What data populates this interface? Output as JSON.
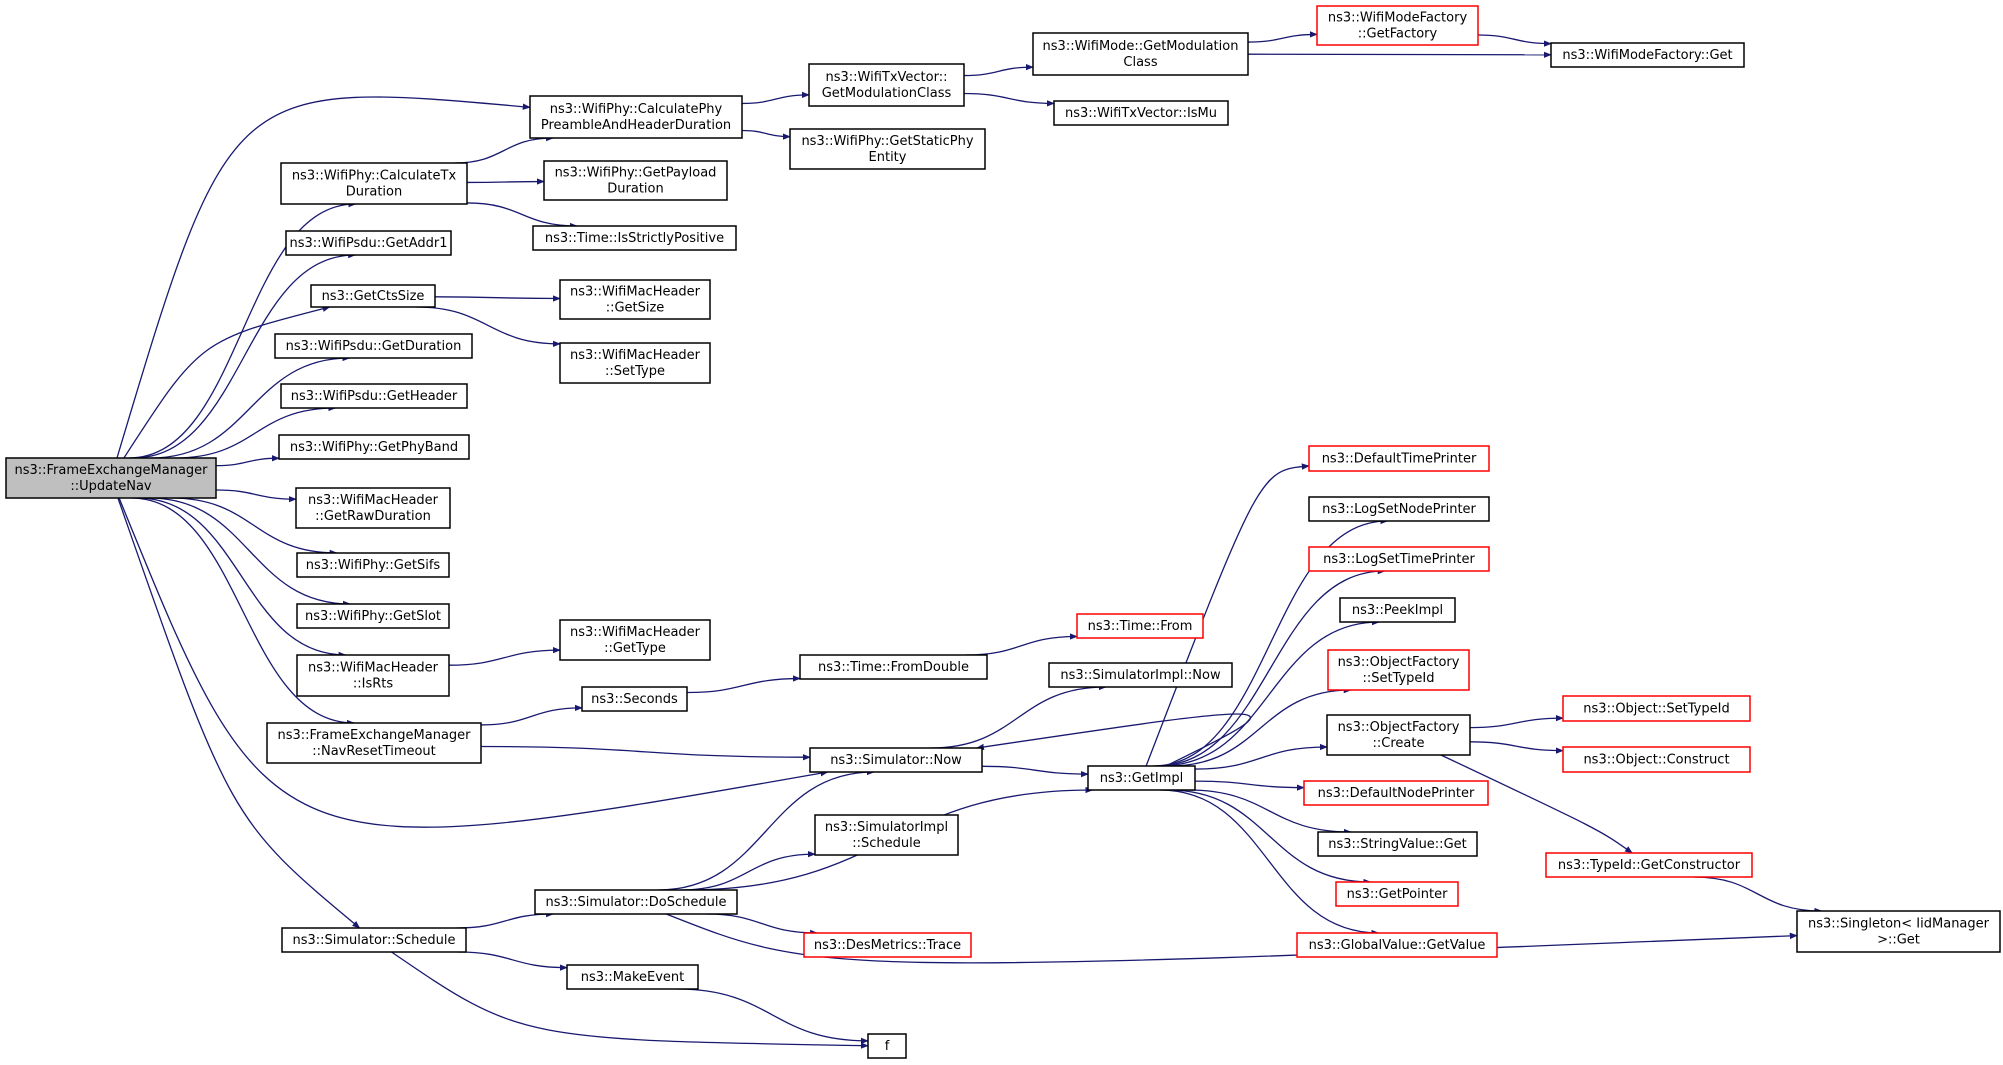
{
  "colors": {
    "edge": "#191970",
    "normal_border": "#000000",
    "truncated_border": "#ff0000",
    "root_fill": "#bfbfbf",
    "node_fill": "#ffffff"
  },
  "nodes": [
    {
      "id": "root",
      "lines": [
        "ns3::FrameExchangeManager",
        "::UpdateNav"
      ],
      "kind": "root"
    },
    {
      "id": "calcPre",
      "lines": [
        "ns3::WifiPhy::CalculatePhy",
        "PreambleAndHeaderDuration"
      ],
      "kind": "normal"
    },
    {
      "id": "txvMod",
      "lines": [
        "ns3::WifiTxVector::",
        "GetModulationClass"
      ],
      "kind": "normal"
    },
    {
      "id": "modeMod",
      "lines": [
        "ns3::WifiMode::GetModulation",
        "Class"
      ],
      "kind": "normal"
    },
    {
      "id": "factGetFact",
      "lines": [
        "ns3::WifiModeFactory",
        "::GetFactory"
      ],
      "kind": "truncated"
    },
    {
      "id": "factGet",
      "lines": [
        "ns3::WifiModeFactory::Get"
      ],
      "kind": "normal"
    },
    {
      "id": "isMu",
      "lines": [
        "ns3::WifiTxVector::IsMu"
      ],
      "kind": "normal"
    },
    {
      "id": "staticPhy",
      "lines": [
        "ns3::WifiPhy::GetStaticPhy",
        "Entity"
      ],
      "kind": "normal"
    },
    {
      "id": "calcTx",
      "lines": [
        "ns3::WifiPhy::CalculateTx",
        "Duration"
      ],
      "kind": "normal"
    },
    {
      "id": "payload",
      "lines": [
        "ns3::WifiPhy::GetPayload",
        "Duration"
      ],
      "kind": "normal"
    },
    {
      "id": "strictPos",
      "lines": [
        "ns3::Time::IsStrictlyPositive"
      ],
      "kind": "normal"
    },
    {
      "id": "addr1",
      "lines": [
        "ns3::WifiPsdu::GetAddr1"
      ],
      "kind": "normal"
    },
    {
      "id": "cts",
      "lines": [
        "ns3::GetCtsSize"
      ],
      "kind": "normal"
    },
    {
      "id": "hdrSize",
      "lines": [
        "ns3::WifiMacHeader",
        "::GetSize"
      ],
      "kind": "normal"
    },
    {
      "id": "hdrSetType",
      "lines": [
        "ns3::WifiMacHeader",
        "::SetType"
      ],
      "kind": "normal"
    },
    {
      "id": "psduDur",
      "lines": [
        "ns3::WifiPsdu::GetDuration"
      ],
      "kind": "normal"
    },
    {
      "id": "psduHdr",
      "lines": [
        "ns3::WifiPsdu::GetHeader"
      ],
      "kind": "normal"
    },
    {
      "id": "phyBand",
      "lines": [
        "ns3::WifiPhy::GetPhyBand"
      ],
      "kind": "normal"
    },
    {
      "id": "rawDur",
      "lines": [
        "ns3::WifiMacHeader",
        "::GetRawDuration"
      ],
      "kind": "normal"
    },
    {
      "id": "sifs",
      "lines": [
        "ns3::WifiPhy::GetSifs"
      ],
      "kind": "normal"
    },
    {
      "id": "slot",
      "lines": [
        "ns3::WifiPhy::GetSlot"
      ],
      "kind": "normal"
    },
    {
      "id": "isRts",
      "lines": [
        "ns3::WifiMacHeader",
        "::IsRts"
      ],
      "kind": "normal"
    },
    {
      "id": "hdrGetType",
      "lines": [
        "ns3::WifiMacHeader",
        "::GetType"
      ],
      "kind": "normal"
    },
    {
      "id": "navReset",
      "lines": [
        "ns3::FrameExchangeManager",
        "::NavResetTimeout"
      ],
      "kind": "normal"
    },
    {
      "id": "seconds",
      "lines": [
        "ns3::Seconds"
      ],
      "kind": "normal"
    },
    {
      "id": "fromDouble",
      "lines": [
        "ns3::Time::FromDouble"
      ],
      "kind": "normal"
    },
    {
      "id": "timeFrom",
      "lines": [
        "ns3::Time::From"
      ],
      "kind": "truncated"
    },
    {
      "id": "simImplNow",
      "lines": [
        "ns3::SimulatorImpl::Now"
      ],
      "kind": "normal"
    },
    {
      "id": "simNow",
      "lines": [
        "ns3::Simulator::Now"
      ],
      "kind": "normal"
    },
    {
      "id": "getImpl",
      "lines": [
        "ns3::GetImpl"
      ],
      "kind": "normal"
    },
    {
      "id": "defTime",
      "lines": [
        "ns3::DefaultTimePrinter"
      ],
      "kind": "truncated"
    },
    {
      "id": "logNode",
      "lines": [
        "ns3::LogSetNodePrinter"
      ],
      "kind": "normal"
    },
    {
      "id": "logTime",
      "lines": [
        "ns3::LogSetTimePrinter"
      ],
      "kind": "truncated"
    },
    {
      "id": "peek",
      "lines": [
        "ns3::PeekImpl"
      ],
      "kind": "normal"
    },
    {
      "id": "ofSetType",
      "lines": [
        "ns3::ObjectFactory",
        "::SetTypeId"
      ],
      "kind": "truncated"
    },
    {
      "id": "ofCreate",
      "lines": [
        "ns3::ObjectFactory",
        "::Create"
      ],
      "kind": "normal"
    },
    {
      "id": "objSetType",
      "lines": [
        "ns3::Object::SetTypeId"
      ],
      "kind": "truncated"
    },
    {
      "id": "objConstruct",
      "lines": [
        "ns3::Object::Construct"
      ],
      "kind": "truncated"
    },
    {
      "id": "defNode",
      "lines": [
        "ns3::DefaultNodePrinter"
      ],
      "kind": "truncated"
    },
    {
      "id": "strGet",
      "lines": [
        "ns3::StringValue::Get"
      ],
      "kind": "normal"
    },
    {
      "id": "getPtr",
      "lines": [
        "ns3::GetPointer"
      ],
      "kind": "truncated"
    },
    {
      "id": "globalVal",
      "lines": [
        "ns3::GlobalValue::GetValue"
      ],
      "kind": "truncated"
    },
    {
      "id": "getCtor",
      "lines": [
        "ns3::TypeId::GetConstructor"
      ],
      "kind": "truncated"
    },
    {
      "id": "singleton",
      "lines": [
        "ns3::Singleton< IidManager",
        " >::Get"
      ],
      "kind": "normal"
    },
    {
      "id": "simImplSched",
      "lines": [
        "ns3::SimulatorImpl",
        "::Schedule"
      ],
      "kind": "normal"
    },
    {
      "id": "doSched",
      "lines": [
        "ns3::Simulator::DoSchedule"
      ],
      "kind": "normal"
    },
    {
      "id": "desTrace",
      "lines": [
        "ns3::DesMetrics::Trace"
      ],
      "kind": "truncated"
    },
    {
      "id": "simSched",
      "lines": [
        "ns3::Simulator::Schedule"
      ],
      "kind": "normal"
    },
    {
      "id": "makeEvent",
      "lines": [
        "ns3::MakeEvent"
      ],
      "kind": "normal"
    },
    {
      "id": "f",
      "lines": [
        "f"
      ],
      "kind": "normal"
    }
  ],
  "edges": [
    [
      "root",
      "calcPre"
    ],
    [
      "root",
      "calcTx"
    ],
    [
      "root",
      "addr1"
    ],
    [
      "root",
      "cts"
    ],
    [
      "root",
      "psduDur"
    ],
    [
      "root",
      "psduHdr"
    ],
    [
      "root",
      "phyBand"
    ],
    [
      "root",
      "rawDur"
    ],
    [
      "root",
      "sifs"
    ],
    [
      "root",
      "slot"
    ],
    [
      "root",
      "isRts"
    ],
    [
      "root",
      "navReset"
    ],
    [
      "root",
      "simNow"
    ],
    [
      "root",
      "simSched"
    ],
    [
      "calcPre",
      "txvMod"
    ],
    [
      "calcPre",
      "staticPhy"
    ],
    [
      "txvMod",
      "modeMod"
    ],
    [
      "txvMod",
      "isMu"
    ],
    [
      "modeMod",
      "factGetFact"
    ],
    [
      "modeMod",
      "factGet"
    ],
    [
      "factGetFact",
      "factGet"
    ],
    [
      "calcTx",
      "calcPre"
    ],
    [
      "calcTx",
      "payload"
    ],
    [
      "calcTx",
      "strictPos"
    ],
    [
      "cts",
      "hdrSize"
    ],
    [
      "cts",
      "hdrSetType"
    ],
    [
      "isRts",
      "hdrGetType"
    ],
    [
      "navReset",
      "seconds"
    ],
    [
      "navReset",
      "simNow"
    ],
    [
      "seconds",
      "fromDouble"
    ],
    [
      "fromDouble",
      "timeFrom"
    ],
    [
      "simNow",
      "simImplNow"
    ],
    [
      "simNow",
      "getImpl"
    ],
    [
      "getImpl",
      "defTime"
    ],
    [
      "getImpl",
      "logNode"
    ],
    [
      "getImpl",
      "logTime"
    ],
    [
      "getImpl",
      "peek"
    ],
    [
      "getImpl",
      "ofSetType"
    ],
    [
      "getImpl",
      "ofCreate"
    ],
    [
      "getImpl",
      "defNode"
    ],
    [
      "getImpl",
      "strGet"
    ],
    [
      "getImpl",
      "getPtr"
    ],
    [
      "getImpl",
      "globalVal"
    ],
    [
      "getImpl",
      "simNow"
    ],
    [
      "ofCreate",
      "objSetType"
    ],
    [
      "ofCreate",
      "objConstruct"
    ],
    [
      "ofCreate",
      "getCtor"
    ],
    [
      "getCtor",
      "singleton"
    ],
    [
      "simSched",
      "doSched"
    ],
    [
      "simSched",
      "makeEvent"
    ],
    [
      "simSched",
      "f"
    ],
    [
      "doSched",
      "simNow"
    ],
    [
      "doSched",
      "simImplSched"
    ],
    [
      "doSched",
      "getImpl"
    ],
    [
      "doSched",
      "desTrace"
    ],
    [
      "doSched",
      "singleton"
    ],
    [
      "makeEvent",
      "f"
    ]
  ]
}
